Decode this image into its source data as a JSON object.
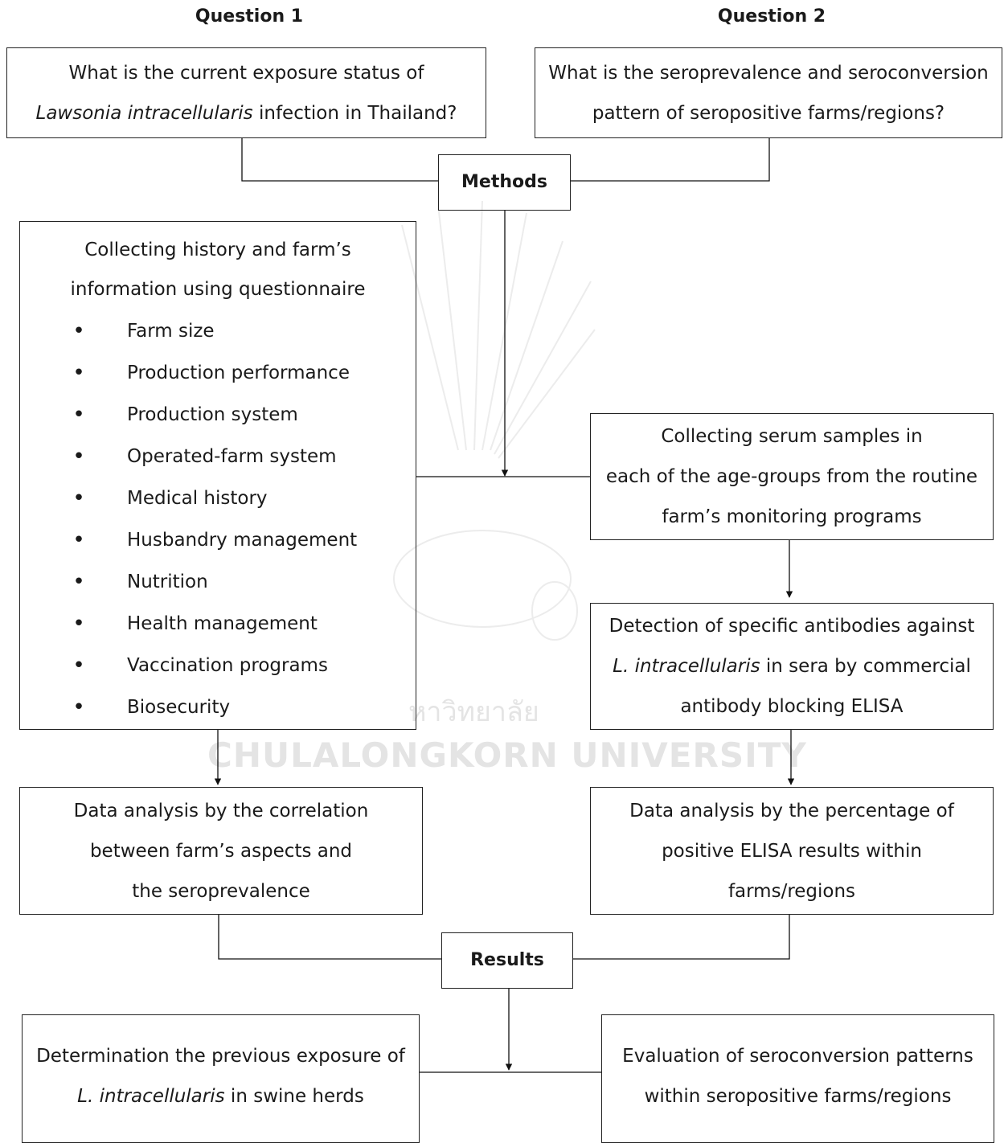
{
  "headings": {
    "q1": "Question 1",
    "q2": "Question 2"
  },
  "q1_box": {
    "line1": "What is the current exposure status of",
    "line2_italic": "Lawsonia intracellularis",
    "line2_rest": " infection in Thailand?"
  },
  "q2_box": {
    "line1": "What is the seroprevalence and seroconversion",
    "line2": "pattern of seropositive farms/regions?"
  },
  "methods_label": "Methods",
  "history_box": {
    "line1": "Collecting history and farm’s",
    "line2": "information using questionnaire",
    "bullets": [
      "Farm size",
      "Production performance",
      "Production system",
      "Operated-farm system",
      "Medical history",
      "Husbandry management",
      "Nutrition",
      "Health management",
      "Vaccination programs",
      "Biosecurity"
    ]
  },
  "serum_box": {
    "line1": "Collecting serum samples in",
    "line2": "each of the age-groups from the routine",
    "line3": "farm’s monitoring programs"
  },
  "detection_box": {
    "line1": "Detection of specific antibodies against",
    "line2_italic": "L. intracellularis",
    "line2_rest": " in sera by commercial",
    "line3": "antibody blocking ELISA"
  },
  "analysis_left_box": {
    "line1": "Data analysis by the correlation",
    "line2": "between farm’s aspects and",
    "line3": "the seroprevalence"
  },
  "analysis_right_box": {
    "line1": "Data analysis by the percentage of",
    "line2": "positive ELISA results within",
    "line3": "farms/regions"
  },
  "results_label": "Results",
  "exposure_box": {
    "line1": "Determination the previous exposure of",
    "line2_italic": "L. intracellularis",
    "line2_rest": " in swine herds"
  },
  "evaluation_box": {
    "line1": "Evaluation of seroconversion patterns",
    "line2": "within seropositive farms/regions"
  },
  "watermark": {
    "thai": "หาวิทยาลัย",
    "english": "CHULALONGKORN UNIVERSITY"
  }
}
